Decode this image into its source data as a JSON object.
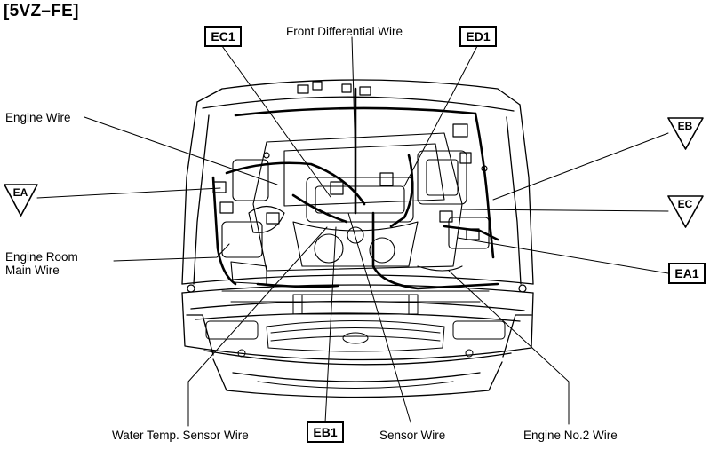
{
  "title": "[5VZ–FE]",
  "labels": {
    "front_differential_wire": "Front Differential Wire",
    "engine_wire": "Engine Wire",
    "engine_room_main_wire_1": "Engine Room",
    "engine_room_main_wire_2": "Main Wire",
    "water_temp_sensor_wire": "Water Temp. Sensor Wire",
    "sensor_wire": "Sensor Wire",
    "engine_no2_wire": "Engine No.2 Wire"
  },
  "connector_boxes": {
    "ec1": "EC1",
    "ed1": "ED1",
    "ea1": "EA1",
    "eb1": "EB1"
  },
  "ground_triangles": {
    "ea": "EA",
    "eb": "EB",
    "ec": "EC"
  }
}
